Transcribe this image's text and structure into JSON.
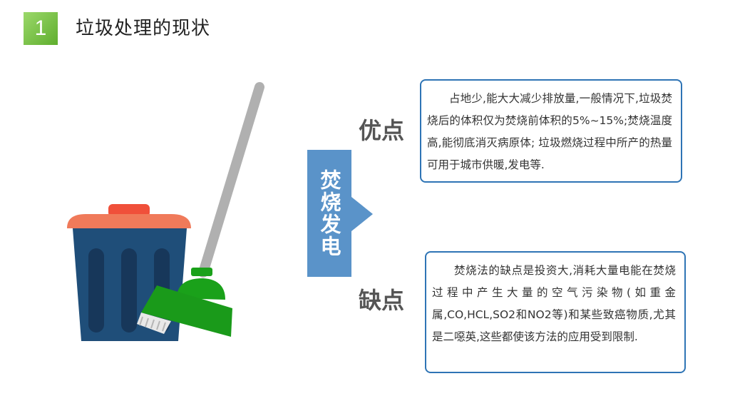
{
  "header": {
    "number": "1",
    "title": "垃圾处理的现状"
  },
  "center": {
    "label": "焚烧发电"
  },
  "pros": {
    "heading": "优点",
    "text": "占地少,能大大减少排放量,一般情况下,垃圾焚烧后的体积仅为焚烧前体积的5%~15%;焚烧温度高,能彻底消灭病原体; 垃圾燃烧过程中所产的热量可用于城市供暖,发电等."
  },
  "cons": {
    "heading": "缺点",
    "text": "焚烧法的缺点是投资大,消耗大量电能在焚烧过程中产生大量的空气污染物(如重金属,CO,HCL,SO2和NO2等)和某些致癌物质,尤其是二噁英,这些都使该方法的应用受到限制."
  },
  "colors": {
    "accent_blue": "#5a93c9",
    "box_border": "#2e74b5",
    "badge_green": "#7cc44a",
    "bin_blue": "#1f4e79",
    "lid_orange": "#f07a5a",
    "broom_green": "#1aa11a"
  },
  "illustration": {
    "icon": "trash-bin-and-broom-icon"
  }
}
